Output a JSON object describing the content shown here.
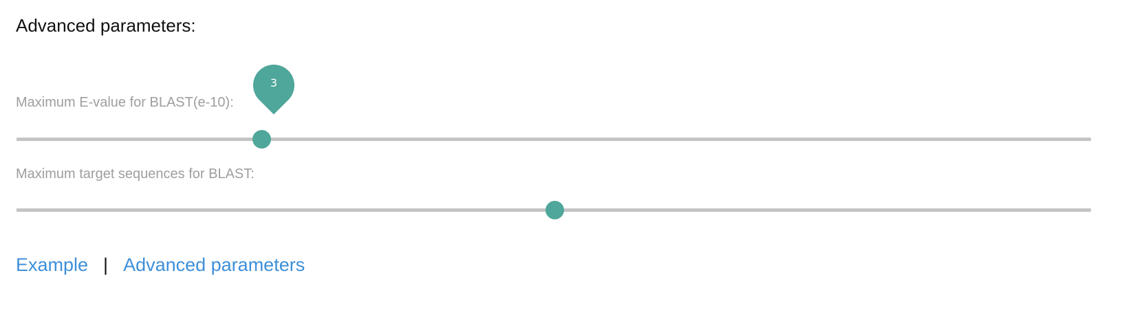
{
  "advanced": {
    "title": "Advanced parameters:",
    "evalue": {
      "label": "Maximum E-value for BLAST(e-10):",
      "value": "3",
      "fraction": 0.232,
      "accent_color": "#4fa69a"
    },
    "target_sequences": {
      "label": "Maximum target sequences for BLAST:",
      "fraction": 0.5,
      "accent_color": "#4fa69a"
    }
  },
  "links": {
    "example": "Example",
    "separator": "|",
    "advanced_parameters": "Advanced parameters",
    "color": "#3d8fd9"
  }
}
